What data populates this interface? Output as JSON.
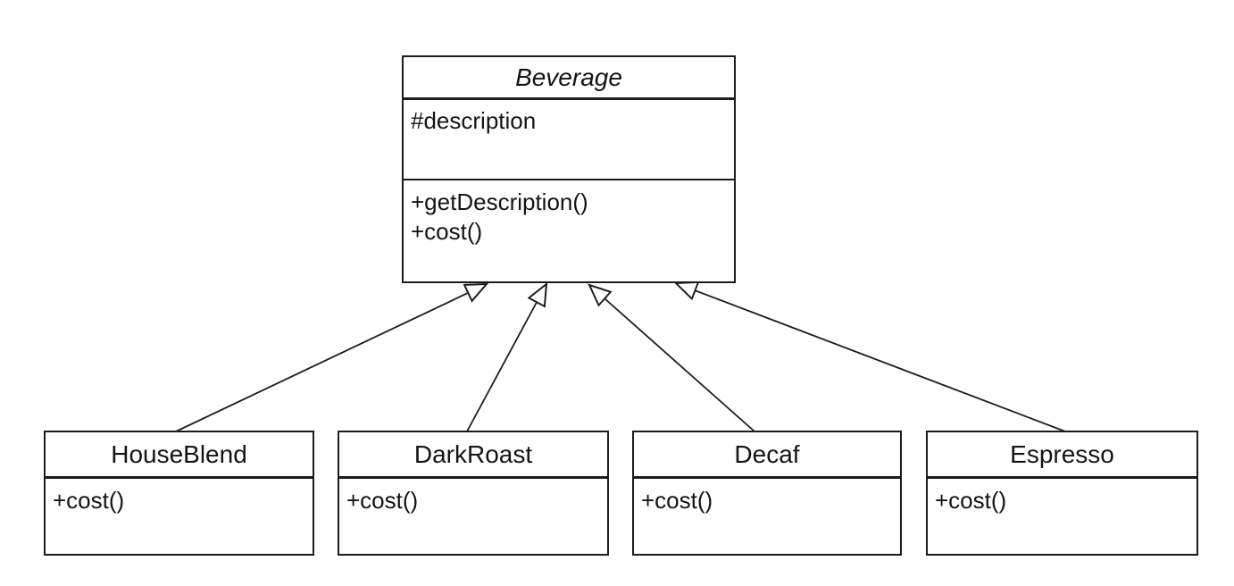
{
  "diagram": {
    "kind": "uml-class-diagram",
    "classes": {
      "superclass": {
        "name": "Beverage",
        "abstract": true,
        "attributes": [
          "#description"
        ],
        "methods": [
          "+getDescription()",
          "+cost()"
        ]
      },
      "subclasses": [
        {
          "name": "HouseBlend",
          "methods": [
            "+cost()"
          ]
        },
        {
          "name": "DarkRoast",
          "methods": [
            "+cost()"
          ]
        },
        {
          "name": "Decaf",
          "methods": [
            "+cost()"
          ]
        },
        {
          "name": "Espresso",
          "methods": [
            "+cost()"
          ]
        }
      ]
    },
    "relationships": [
      {
        "from": "HouseBlend",
        "to": "Beverage",
        "type": "generalization"
      },
      {
        "from": "DarkRoast",
        "to": "Beverage",
        "type": "generalization"
      },
      {
        "from": "Decaf",
        "to": "Beverage",
        "type": "generalization"
      },
      {
        "from": "Espresso",
        "to": "Beverage",
        "type": "generalization"
      }
    ],
    "colors": {
      "stroke": "#1c1c1c",
      "fill": "#ffffff",
      "background": "#ffffff",
      "text": "#141414"
    }
  }
}
